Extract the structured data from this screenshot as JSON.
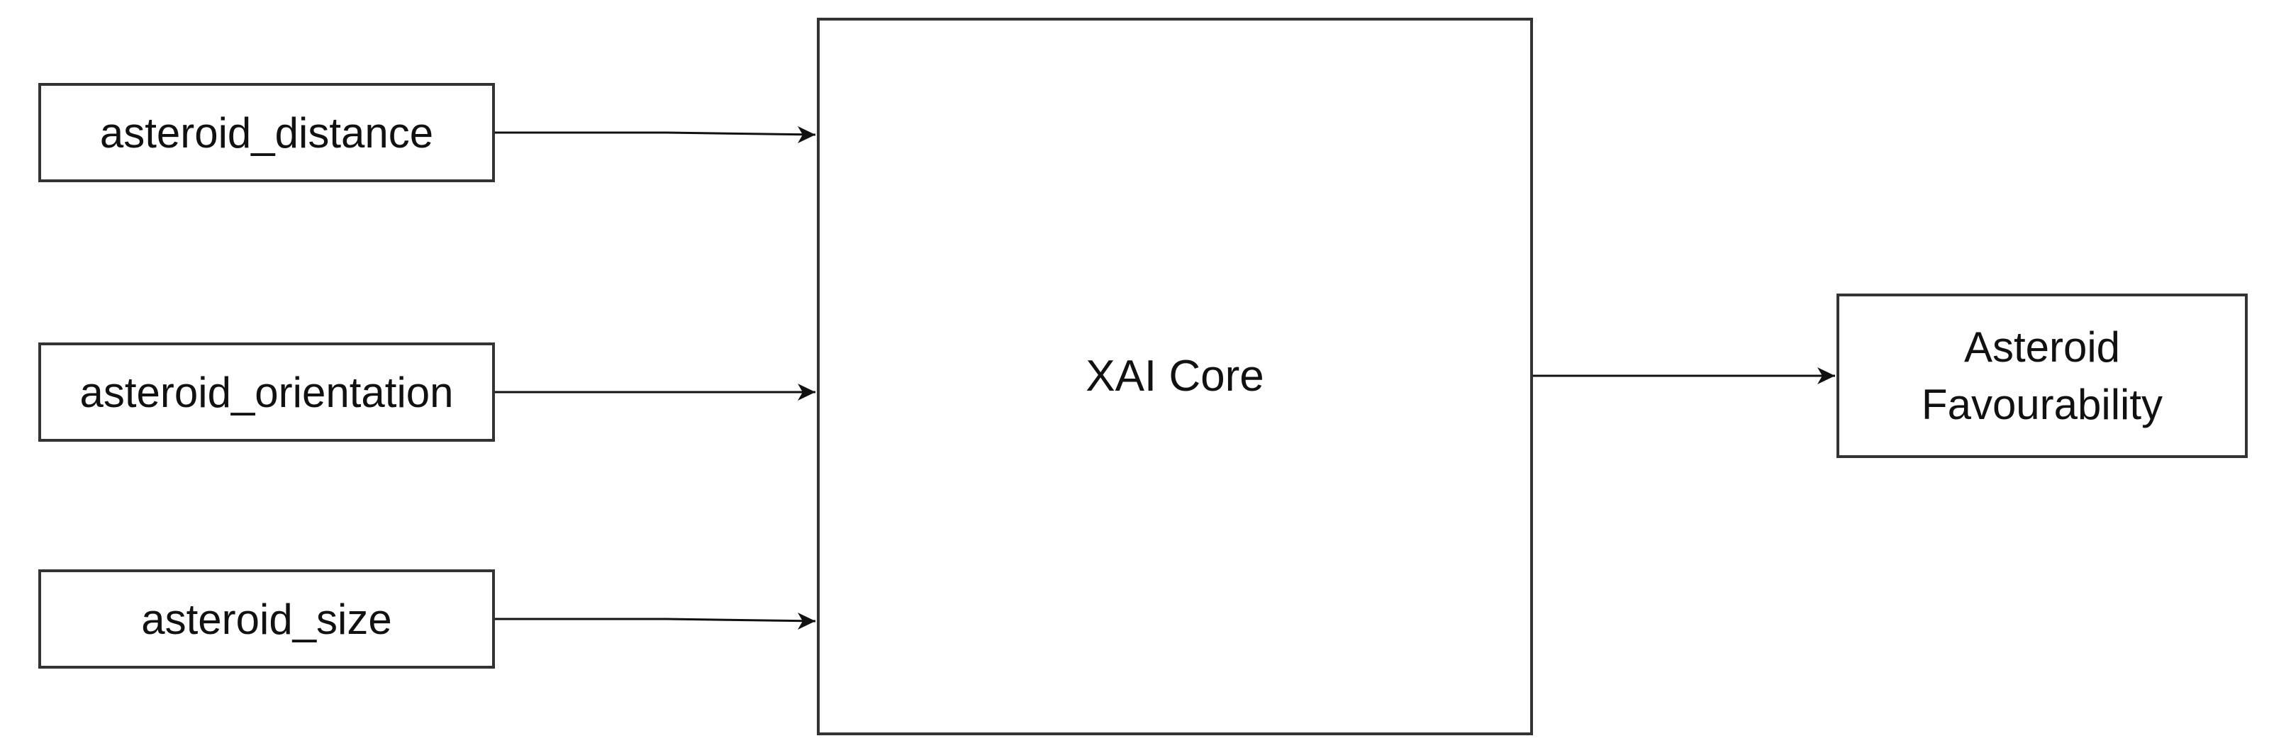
{
  "diagram": {
    "inputs": [
      {
        "id": "distance",
        "label": "asteroid_distance"
      },
      {
        "id": "orientation",
        "label": "asteroid_orientation"
      },
      {
        "id": "size",
        "label": "asteroid_size"
      }
    ],
    "core": {
      "label": "XAI Core"
    },
    "output": {
      "lines": [
        "Asteroid",
        "Favourability"
      ]
    },
    "colors": {
      "stroke": "#333333",
      "text": "#111111",
      "background": "#ffffff"
    }
  }
}
